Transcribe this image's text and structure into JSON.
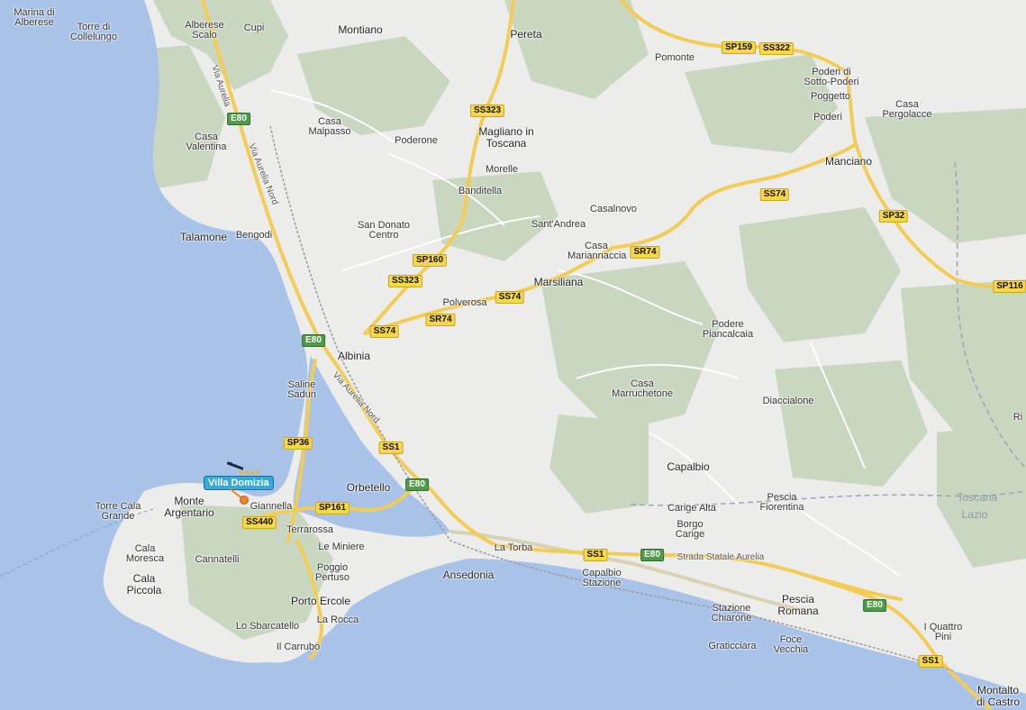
{
  "colors": {
    "sea": "#a9c3e8",
    "land": "#ececea",
    "forest": "#c9d7c0",
    "road_major": "#f3cc55",
    "road_minor": "#ffffff",
    "shield_yellow": "#f6d64a",
    "shield_green": "#4f9b4a",
    "marker": "#36a9da"
  },
  "icons": {
    "boat": "boat-icon",
    "pin": "location-pin-icon",
    "stars": "rating-stars-icon"
  },
  "places": [
    {
      "id": "marina-di-alberese",
      "text": "Marina di Alberese",
      "kind": "small"
    },
    {
      "id": "torre-di-collelungo",
      "text": "Torre di Collelungo",
      "kind": "small"
    },
    {
      "id": "alberese-scalo",
      "text": "Alberese Scalo",
      "kind": "small"
    },
    {
      "id": "cupi",
      "text": "Cupi",
      "kind": "small"
    },
    {
      "id": "montiano",
      "text": "Montiano",
      "kind": "town"
    },
    {
      "id": "pereta",
      "text": "Pereta",
      "kind": "town"
    },
    {
      "id": "pomonte",
      "text": "Pomonte",
      "kind": "small"
    },
    {
      "id": "poderi-di-sotto-poderi",
      "text": "Poderi di Sotto-Poderi",
      "kind": "small"
    },
    {
      "id": "poggetto",
      "text": "Poggetto",
      "kind": "small"
    },
    {
      "id": "poderi",
      "text": "Poderi",
      "kind": "small"
    },
    {
      "id": "casa-pergolacce",
      "text": "Casa Pergolacce",
      "kind": "small"
    },
    {
      "id": "casa-valentina",
      "text": "Casa Valentina",
      "kind": "small"
    },
    {
      "id": "casa-malpasso",
      "text": "Casa Malpasso",
      "kind": "small"
    },
    {
      "id": "poderone",
      "text": "Poderone",
      "kind": "small"
    },
    {
      "id": "magliano-in-toscana",
      "text": "Magliano in Toscana",
      "kind": "town"
    },
    {
      "id": "morelle",
      "text": "Morelle",
      "kind": "small"
    },
    {
      "id": "manciano",
      "text": "Manciano",
      "kind": "town"
    },
    {
      "id": "banditella",
      "text": "Banditella",
      "kind": "small"
    },
    {
      "id": "casalnovo",
      "text": "Casalnovo",
      "kind": "small"
    },
    {
      "id": "sant-andrea",
      "text": "Sant'Andrea",
      "kind": "small"
    },
    {
      "id": "casa-mariannaccia",
      "text": "Casa Mariannaccia",
      "kind": "small"
    },
    {
      "id": "talamone",
      "text": "Talamone",
      "kind": "town"
    },
    {
      "id": "bengodi",
      "text": "Bengodi",
      "kind": "small"
    },
    {
      "id": "san-donato-centro",
      "text": "San Donato Centro",
      "kind": "small"
    },
    {
      "id": "marsiliana",
      "text": "Marsiliana",
      "kind": "town"
    },
    {
      "id": "polverosa",
      "text": "Polverosa",
      "kind": "small"
    },
    {
      "id": "podere-piancalcaia",
      "text": "Podere Piancalcaia",
      "kind": "small"
    },
    {
      "id": "albinia",
      "text": "Albinia",
      "kind": "town"
    },
    {
      "id": "saline-sadun",
      "text": "Saline Sadun",
      "kind": "small"
    },
    {
      "id": "casa-marruchetone",
      "text": "Casa Marruchetone",
      "kind": "small"
    },
    {
      "id": "diaccialone",
      "text": "Diaccialone",
      "kind": "small"
    },
    {
      "id": "capalbio",
      "text": "Capalbio",
      "kind": "town"
    },
    {
      "id": "orbetello",
      "text": "Orbetello",
      "kind": "town"
    },
    {
      "id": "torre-cala-grande",
      "text": "Torre Cala Grande",
      "kind": "small"
    },
    {
      "id": "monte-argentario",
      "text": "Monte Argentario",
      "kind": "town"
    },
    {
      "id": "giannella",
      "text": "Giannella",
      "kind": "small"
    },
    {
      "id": "carige-alta",
      "text": "Carige Alta",
      "kind": "small"
    },
    {
      "id": "pescia-fiorentina",
      "text": "Pescia Fiorentina",
      "kind": "small"
    },
    {
      "id": "toscana",
      "text": "Toscana",
      "kind": "region"
    },
    {
      "id": "lazio",
      "text": "Lazio",
      "kind": "region"
    },
    {
      "id": "borgo-carige",
      "text": "Borgo Carige",
      "kind": "small"
    },
    {
      "id": "terrarossa",
      "text": "Terrarossa",
      "kind": "small"
    },
    {
      "id": "le-miniere",
      "text": "Le Miniere",
      "kind": "small"
    },
    {
      "id": "cala-moresca",
      "text": "Cala Moresca",
      "kind": "small"
    },
    {
      "id": "cannatelli",
      "text": "Cannatelli",
      "kind": "small"
    },
    {
      "id": "la-torba",
      "text": "La Torba",
      "kind": "small"
    },
    {
      "id": "cala-piccola",
      "text": "Cala Piccola",
      "kind": "town"
    },
    {
      "id": "poggio-pertuso",
      "text": "Poggio Pertuso",
      "kind": "small"
    },
    {
      "id": "ansedonia",
      "text": "Ansedonia",
      "kind": "town"
    },
    {
      "id": "capalbio-stazione",
      "text": "Capalbio Stazione",
      "kind": "small"
    },
    {
      "id": "porto-ercole",
      "text": "Porto Ercole",
      "kind": "town"
    },
    {
      "id": "pescia-romana",
      "text": "Pescia Romana",
      "kind": "town"
    },
    {
      "id": "stazione-chiarone",
      "text": "Stazione Chiarone",
      "kind": "small"
    },
    {
      "id": "la-rocca",
      "text": "La Rocca",
      "kind": "small"
    },
    {
      "id": "lo-sbarcatello",
      "text": "Lo Sbarcatello",
      "kind": "small"
    },
    {
      "id": "i-quattro-pini",
      "text": "I Quattro Pini",
      "kind": "small"
    },
    {
      "id": "foce-vecchia",
      "text": "Foce Vecchia",
      "kind": "small"
    },
    {
      "id": "graticciara",
      "text": "Graticciara",
      "kind": "small"
    },
    {
      "id": "il-carrubo",
      "text": "Il Carrubo",
      "kind": "small"
    },
    {
      "id": "montalto-di-castro",
      "text": "Montalto di Castro",
      "kind": "town"
    },
    {
      "id": "ri",
      "text": "Ri",
      "kind": "small"
    }
  ],
  "road_names": [
    {
      "id": "via-aurelia",
      "text": "Via Aurelia"
    },
    {
      "id": "via-aurelia-nord-1",
      "text": "Via Aurelia Nord"
    },
    {
      "id": "via-aurelia-nord-2",
      "text": "Via Aurelia Nord"
    },
    {
      "id": "strada-statale-aurelia",
      "text": "Strada Statale Aurelia"
    }
  ],
  "shields": [
    {
      "id": "sp159",
      "text": "SP159",
      "color": "yellow"
    },
    {
      "id": "ss322",
      "text": "SS322",
      "color": "yellow"
    },
    {
      "id": "e80-1",
      "text": "E80",
      "color": "green"
    },
    {
      "id": "ss323-1",
      "text": "SS323",
      "color": "yellow"
    },
    {
      "id": "ss74-1",
      "text": "SS74",
      "color": "yellow"
    },
    {
      "id": "sp32",
      "text": "SP32",
      "color": "yellow"
    },
    {
      "id": "sr74-1",
      "text": "SR74",
      "color": "yellow"
    },
    {
      "id": "sp160",
      "text": "SP160",
      "color": "yellow"
    },
    {
      "id": "ss323-2",
      "text": "SS323",
      "color": "yellow"
    },
    {
      "id": "sp116",
      "text": "SP116",
      "color": "yellow"
    },
    {
      "id": "ss74-2",
      "text": "SS74",
      "color": "yellow"
    },
    {
      "id": "sr74-2",
      "text": "SR74",
      "color": "yellow"
    },
    {
      "id": "ss74-3",
      "text": "SS74",
      "color": "yellow"
    },
    {
      "id": "e80-2",
      "text": "E80",
      "color": "green"
    },
    {
      "id": "sp36",
      "text": "SP36",
      "color": "yellow"
    },
    {
      "id": "ss1-1",
      "text": "SS1",
      "color": "yellow"
    },
    {
      "id": "e80-3",
      "text": "E80",
      "color": "green"
    },
    {
      "id": "ss440",
      "text": "SS440",
      "color": "yellow"
    },
    {
      "id": "sp161",
      "text": "SP161",
      "color": "yellow"
    },
    {
      "id": "ss1-2",
      "text": "SS1",
      "color": "yellow"
    },
    {
      "id": "e80-4",
      "text": "E80",
      "color": "green"
    },
    {
      "id": "e80-5",
      "text": "E80",
      "color": "green"
    },
    {
      "id": "ss1-3",
      "text": "SS1",
      "color": "yellow"
    }
  ],
  "marker": {
    "label": "Villa Domizia",
    "stars": "★★★★",
    "rating": 4
  }
}
